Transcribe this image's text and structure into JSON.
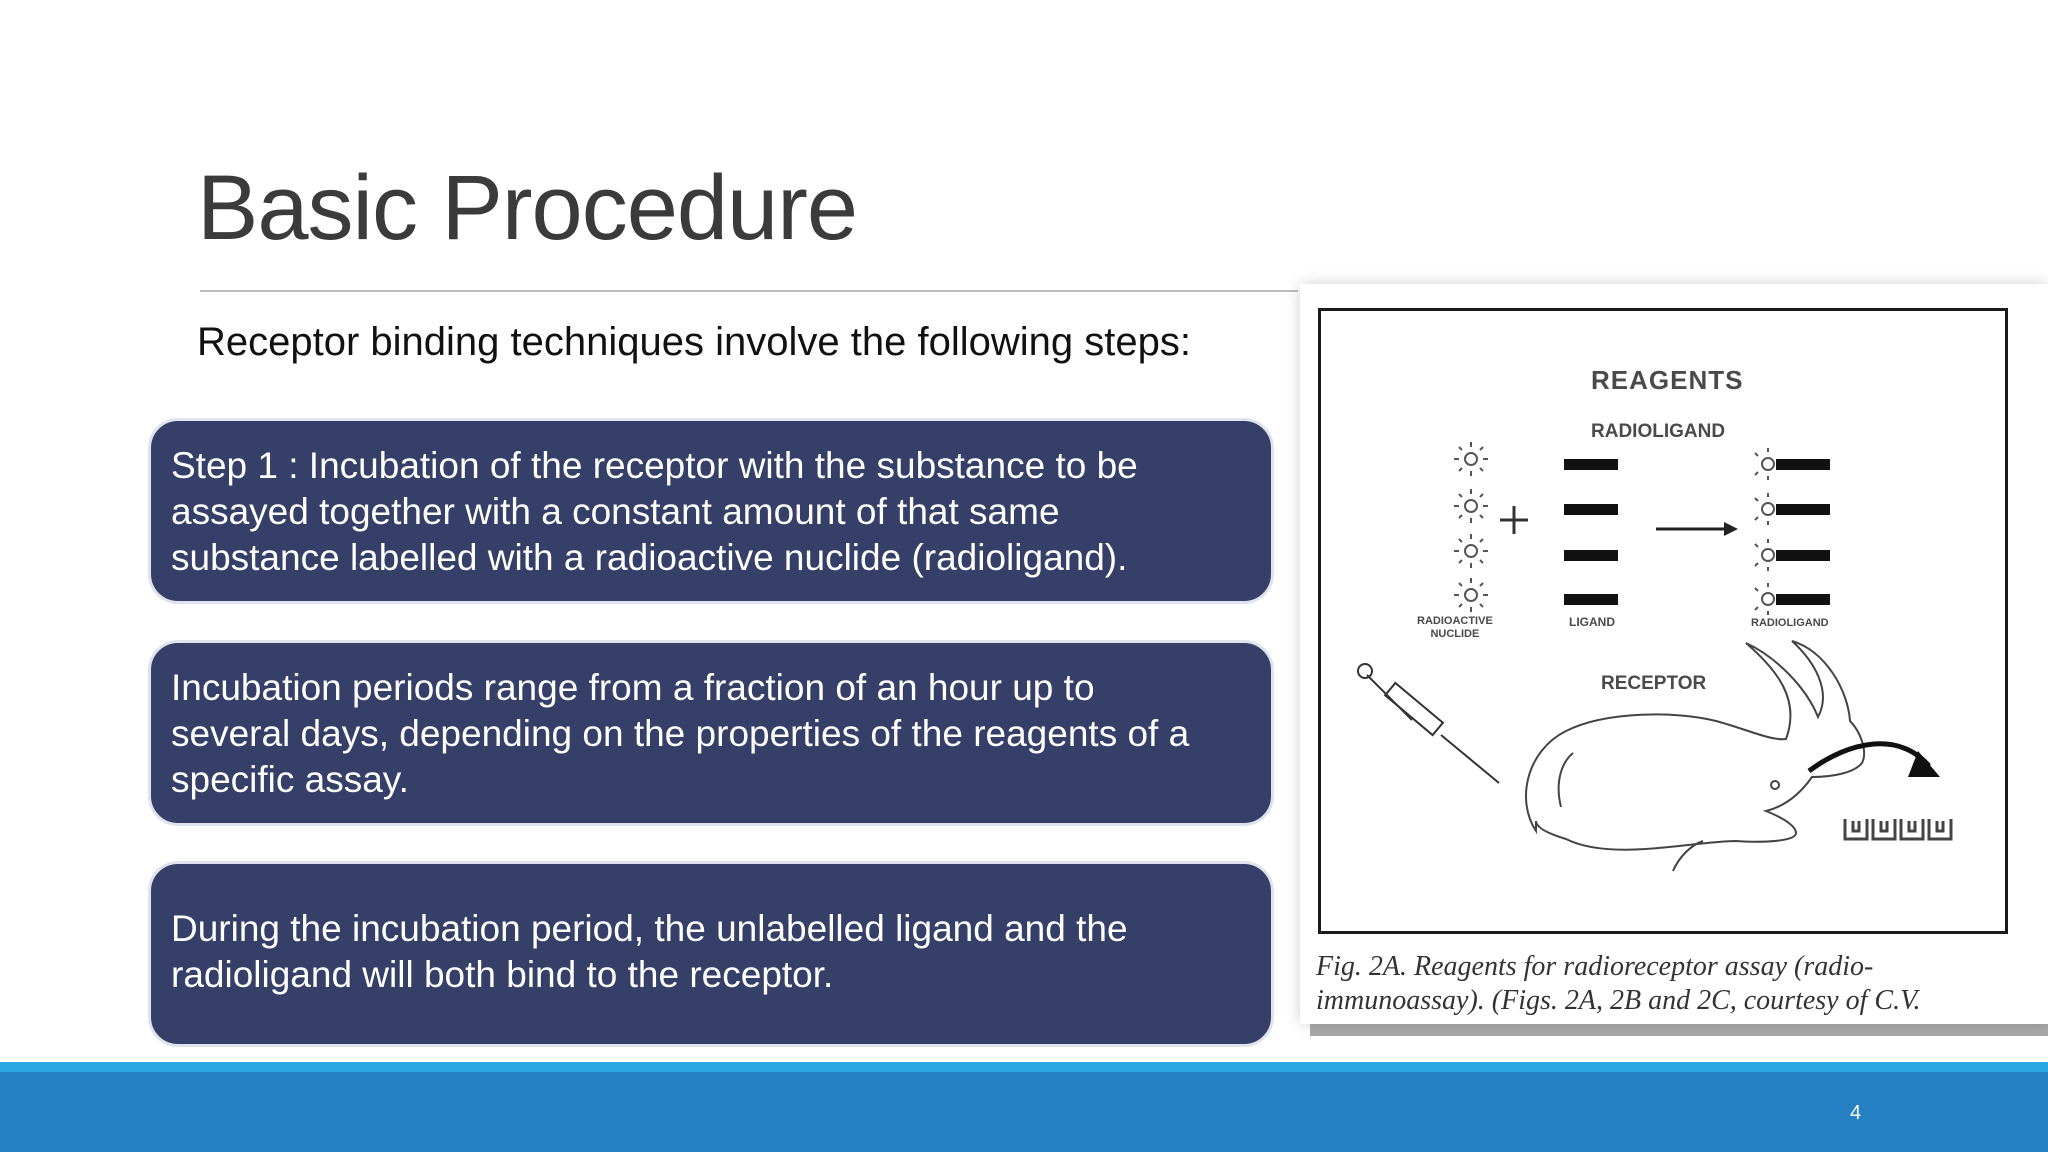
{
  "slide": {
    "title": "Basic Procedure",
    "intro": "Receptor binding techniques involve the following steps:",
    "steps": [
      {
        "lines": [
          "Step 1 : Incubation of the receptor with the substance to be",
          "assayed together with a constant amount of that same",
          "substance labelled with a radioactive nuclide (radioligand)."
        ]
      },
      {
        "lines": [
          "Incubation periods range from a fraction of an hour up to",
          "several days, depending on the properties of the reagents of a",
          "specific assay."
        ]
      },
      {
        "lines": [
          "During the incubation period, the unlabelled ligand and the",
          "radioligand will both bind to the receptor."
        ]
      }
    ],
    "figure": {
      "labels": {
        "reagents": "REAGENTS",
        "radioligand": "RADIOLIGAND",
        "nuclide_1": "RADIOACTIVE",
        "nuclide_2": "NUCLIDE",
        "ligand": "LIGAND",
        "radioligand_small": "RADIOLIGAND",
        "receptor": "RECEPTOR"
      },
      "caption_lines": [
        "Fig.  2A.  Reagents  for  radioreceptor  assay  (radio-",
        "immunoassay). (Figs. 2A, 2B and 2C, courtesy of C.V."
      ]
    },
    "slide_number": "4"
  }
}
